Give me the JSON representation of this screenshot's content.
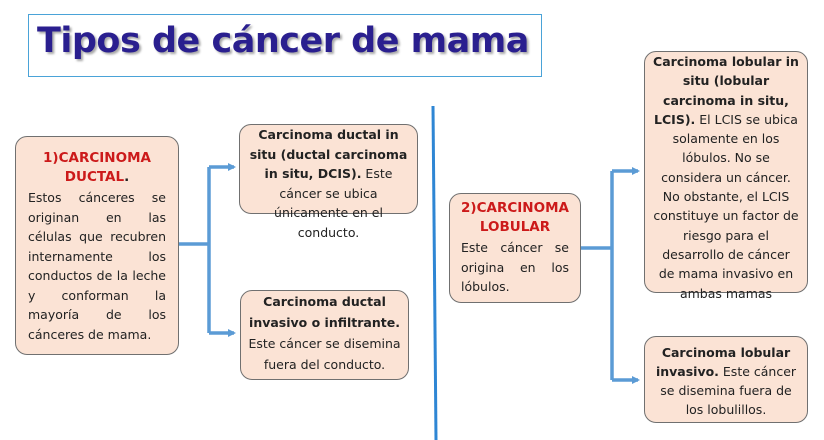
{
  "title": "Tipos de cáncer de mama",
  "ductal": {
    "number": "1)",
    "name_line1": "CARCINOMA",
    "name_line2": "DUCTAL",
    "dot": ".",
    "description": "Estos cánceres se originan en las células que recubren internamente los conductos de la leche y conforman la mayoría de los cánceres de mama.",
    "children": [
      {
        "bold": "Carcinoma ductal in situ (ductal carcinoma in situ, DCIS).",
        "text": " Este cáncer se ubica únicamente en el conducto."
      },
      {
        "bold": "Carcinoma ductal invasivo o infiltrante.",
        "text": " Este cáncer se disemina fuera del conducto."
      }
    ]
  },
  "lobular": {
    "number": "2)",
    "name_line1": "CARCINOMA",
    "name_line2": "LOBULAR",
    "description": "Este cáncer se origina en los lóbulos.",
    "children": [
      {
        "bold": "Carcinoma lobular in situ (lobular carcinoma in situ, LCIS).",
        "text": " El LCIS se ubica solamente en los lóbulos. No se considera un cáncer. No obstante, el LCIS constituye un factor de riesgo para el desarrollo de cáncer de mama invasivo en ambas mamas"
      },
      {
        "bold": "Carcinoma lobular invasivo.",
        "text": " Este cáncer se disemina fuera de los lobulillos."
      }
    ]
  },
  "colors": {
    "title": "#2a1f8f",
    "heading": "#cc1a1a",
    "box_fill": "#fbe3d5",
    "connector": "#5b9bd5",
    "divider": "#2e86d4"
  }
}
